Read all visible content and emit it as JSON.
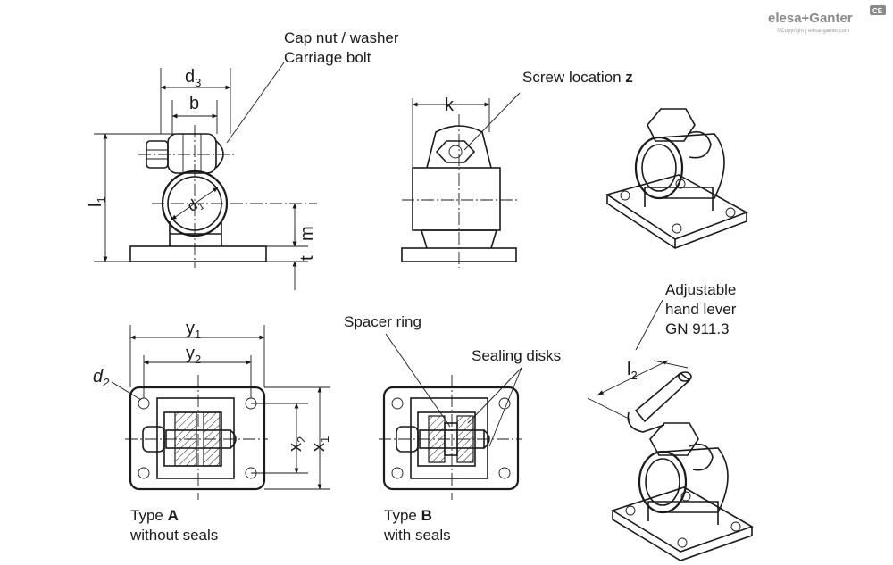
{
  "brand": {
    "logo_text": "elesa+Ganter",
    "copyright": "©Copyright | elesa-ganter.com",
    "badge": "CE"
  },
  "labels": {
    "cap_nut": "Cap nut / washer",
    "carriage_bolt": "Carriage bolt",
    "screw_location_prefix": "Screw location ",
    "screw_location_var": "z",
    "adjustable_1": "Adjustable",
    "adjustable_2": "hand lever",
    "adjustable_3": "GN 911.3",
    "spacer_ring": "Spacer ring",
    "sealing_disks": "Sealing disks",
    "type_a_prefix": "Type ",
    "type_a_letter": "A",
    "type_a_desc": "without seals",
    "type_b_prefix": "Type ",
    "type_b_letter": "B",
    "type_b_desc": "with seals"
  },
  "dims": {
    "d3": "d",
    "d3_sub": "3",
    "b": "b",
    "l1": "l",
    "l1_sub": "1",
    "d1": "d",
    "d1_sub": "1",
    "m": "m",
    "t": "t",
    "k": "k",
    "y1": "y",
    "y1_sub": "1",
    "y2": "y",
    "y2_sub": "2",
    "d2": "d",
    "d2_sub": "2",
    "x1": "x",
    "x1_sub": "1",
    "x2": "x",
    "x2_sub": "2",
    "l2": "l",
    "l2_sub": "2"
  },
  "colors": {
    "line": "#1a1a1a",
    "logo": "#8a8a8a"
  }
}
